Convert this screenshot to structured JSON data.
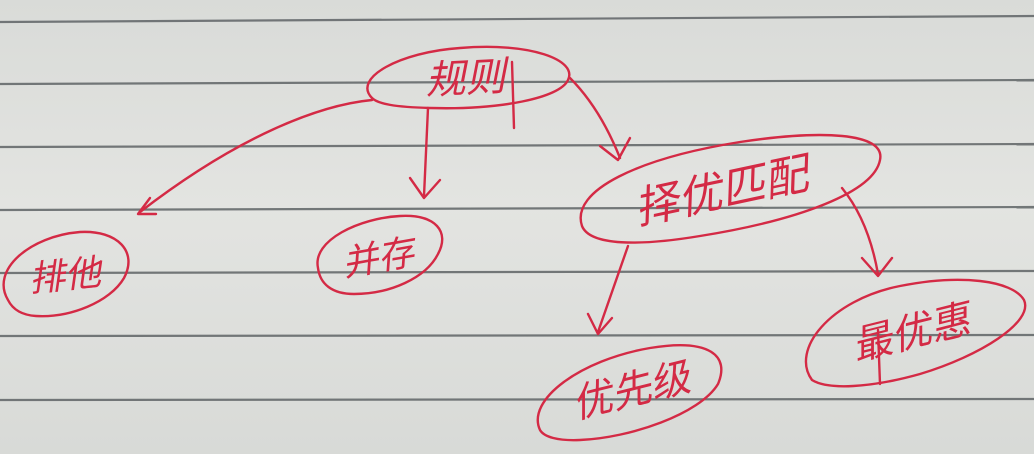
{
  "diagram": {
    "ink_color": "#d42a45",
    "ruled_line_color": "#5f6466",
    "paper_color": "#dfe0dd",
    "nodes": {
      "root": {
        "label": "规则"
      },
      "left": {
        "label": "排他"
      },
      "middle": {
        "label": "并存"
      },
      "right": {
        "label": "择优匹配"
      },
      "right_child_1": {
        "label": "优先级"
      },
      "right_child_2": {
        "label": "最优惠"
      }
    },
    "edges": [
      {
        "from": "root",
        "to": "left"
      },
      {
        "from": "root",
        "to": "middle"
      },
      {
        "from": "root",
        "to": "right"
      },
      {
        "from": "right",
        "to": "right_child_1"
      },
      {
        "from": "right",
        "to": "right_child_2"
      }
    ]
  }
}
